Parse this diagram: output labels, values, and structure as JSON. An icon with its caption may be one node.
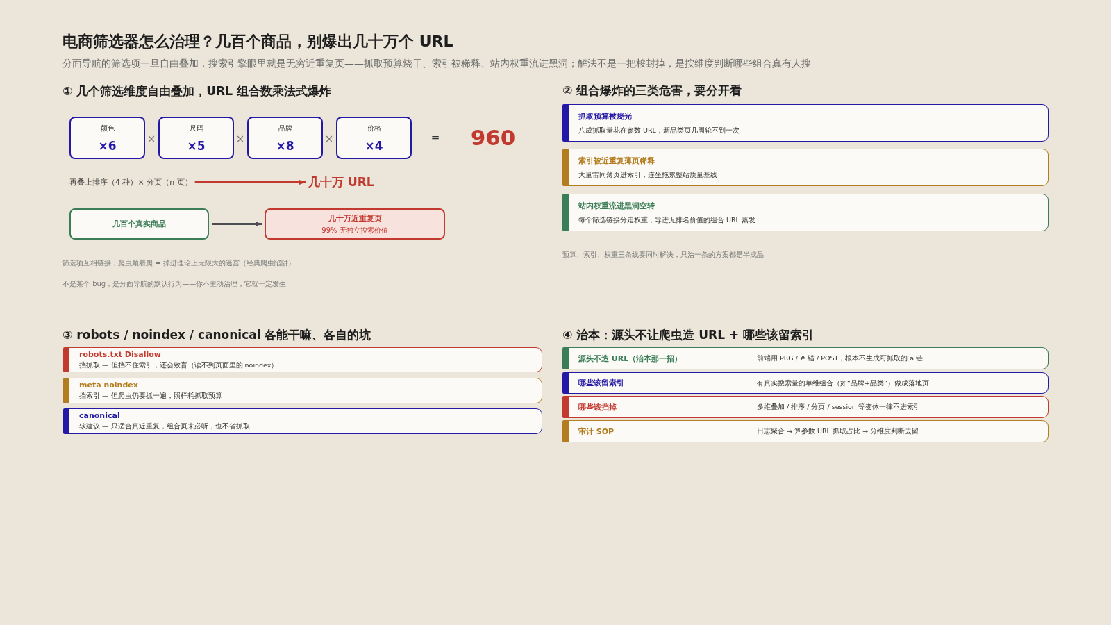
{
  "diagram": {
    "title": "电商筛选器怎么治理？几百个商品，别爆出几十万个 URL",
    "nodes": [
      {
        "text": [
          "颜色",
          "×6"
        ]
      },
      {
        "text": [
          "尺码",
          "×5"
        ]
      },
      {
        "text": [
          "品牌",
          "×8"
        ]
      },
      {
        "text": [
          "价格",
          "×4"
        ]
      },
      {
        "text": [
          "再叠上排序（4 种）× 分页（n 页）"
        ]
      },
      {
        "text": [
          "几十万 URL"
        ]
      },
      {
        "text": [
          "几百个真实商品"
        ]
      },
      {
        "text": [
          "几十万近重复页",
          "99% 无独立搜索价值"
        ]
      },
      {
        "text": [
          "抓取预算被烧光",
          "八成抓取量花在参数 URL，新品类页几周轮不到一次"
        ]
      },
      {
        "text": [
          "索引被近重复薄页稀释",
          "大量雷同薄页进索引，连坐拖累整站质量基线"
        ]
      },
      {
        "text": [
          "站内权重流进黑洞空转",
          "每个筛选链接分走权重，导进无排名价值的组合 URL 蒸发"
        ]
      },
      {
        "text": [
          "robots.txt Disallow",
          "挡抓取 — 但挡不住索引，还会致盲（读不到页面里的 noindex）"
        ]
      },
      {
        "text": [
          "meta noindex",
          "挡索引 — 但爬虫仍要抓一遍，照样耗抓取预算"
        ]
      },
      {
        "text": [
          "canonical",
          "软建议 — 只适合真近重复，组合页未必听，也不省抓取"
        ]
      },
      {
        "text": [
          "源头不造 URL（治本那一招）",
          "前端用 PRG / # 锚 / POST，根本不生成可抓取的 a 链"
        ]
      },
      {
        "text": [
          "哪些该留索引",
          "有真实搜索量的单维组合（如“品牌+品类”）做成落地页"
        ]
      },
      {
        "text": [
          "哪些该挡掉",
          "多维叠加 / 排序 / 分页 / session 等变体一律不进索引"
        ]
      },
      {
        "text": [
          "审计 SOP",
          "日志聚合 → 算参数 URL 抓取占比 → 分维度判断去留"
        ]
      }
    ],
    "edges": [
      {
        "from": 4,
        "to": 5,
        "arrow": "to",
        "color": "#c2392f"
      },
      {
        "from": 6,
        "to": 7,
        "arrow": "to",
        "color": "#4d4d52"
      }
    ],
    "labels": [
      "分面导航的筛选项一旦自由叠加，搜索引擎眼里就是无穷近重复页——抓取预算烧干、索引被稀释、站内权重流进黑洞；解法不是一把梭封掉，是按维度判断哪些组合真有人搜",
      "① 几个筛选维度自由叠加，URL 组合数乘法式爆炸",
      "×",
      "×",
      "×",
      "=",
      "960",
      "筛选项互相链接，爬虫顺着爬 = 掉进理论上无限大的迷宫（经典爬虫陷阱）",
      "不是某个 bug，是分面导航的默认行为——你不主动治理，它就一定发生",
      "② 组合爆炸的三类危害，要分开看",
      "预算、索引、权重三条线要同时解决，只治一条的方案都是半成品",
      "③ robots / noindex / canonical 各能干嘛、各自的坑",
      "④ 治本：源头不让爬虫造 URL + 哪些该留索引"
    ]
  }
}
